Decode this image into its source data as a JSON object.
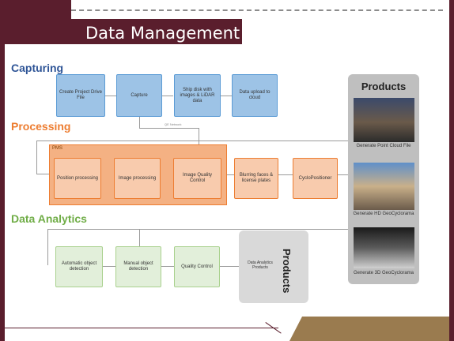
{
  "slide": {
    "title": "Data Management"
  },
  "sections": {
    "capturing": "Capturing",
    "processing": "Processing",
    "analytics": "Data Analytics"
  },
  "capturing_steps": [
    "Create Project Drive File",
    "Capture",
    "Ship disk with images & LiDAR data",
    "Data upload to cloud"
  ],
  "pms": {
    "label": "PMS"
  },
  "network_label": "QE Network",
  "processing_steps": [
    "Position processing",
    "Image processing",
    "Image Quality Control",
    "Blurring faces & license plates",
    "CycloPositioner"
  ],
  "analytics_steps": [
    "Automatic object detection",
    "Manual object detection",
    "Quality Control"
  ],
  "products": {
    "title": "Products",
    "items": [
      "Generate Point Cloud File",
      "Generate HD GeoCyclorama",
      "Generate 3D GeoCyclorama"
    ]
  },
  "analytics_products": {
    "title": "Products",
    "text": "Data Analytics Products"
  },
  "colors": {
    "frame": "#5a1e2d",
    "capture": "#2f5597",
    "process": "#ed7d31",
    "analytics": "#70ad47",
    "bottom_bar": "#9a7b4f"
  }
}
